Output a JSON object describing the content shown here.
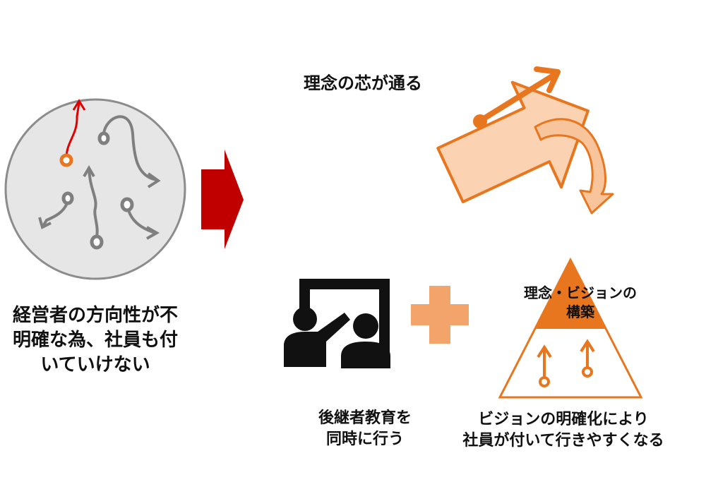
{
  "left_panel": {
    "caption_lines": [
      "経営者の方向性が不",
      "明確な為、社員も付",
      "いていけない"
    ]
  },
  "core_arrow": {
    "label": "理念の芯が通る"
  },
  "successor": {
    "caption_lines": [
      "後継者教育を",
      "同時に行う"
    ]
  },
  "pyramid": {
    "top_label_lines": [
      "理念・ビジョンの",
      "構築"
    ]
  },
  "vision": {
    "caption_lines": [
      "ビジョンの明確化により",
      "社員が付いて行きやすくなる"
    ]
  },
  "colors": {
    "orange": "#e8761f",
    "light_orange": "#fbd3b2",
    "plus_orange": "#f2a46a",
    "red_arrow": "#c00000",
    "circle_fill": "#e6e6e6",
    "circle_stroke": "#8c8c8c",
    "path_gray": "#7f7f7f",
    "red_path": "#e10000"
  },
  "icons": {
    "teacher": "presenter-at-board-icon",
    "plus": "plus-icon"
  }
}
